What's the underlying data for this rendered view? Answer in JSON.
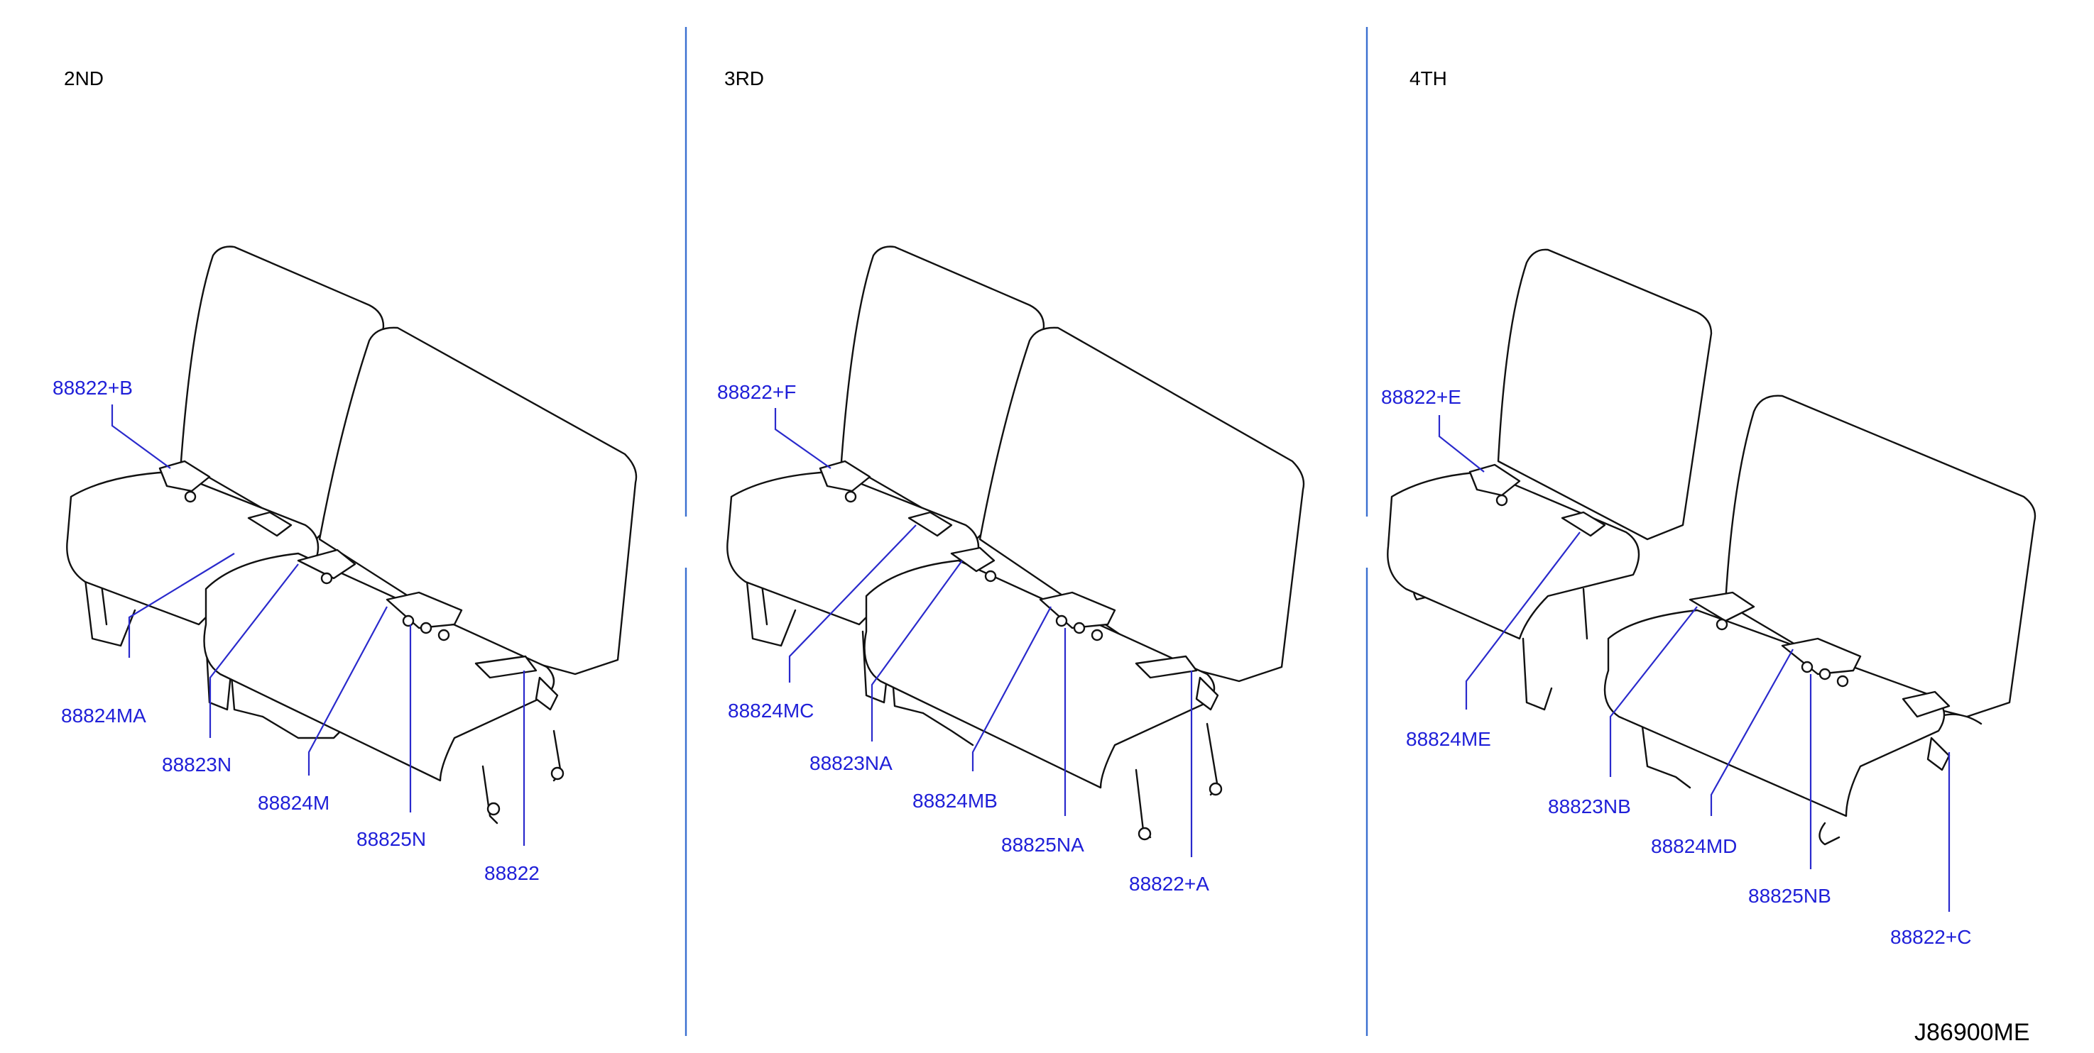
{
  "sections": [
    {
      "title": "2ND",
      "callouts": [
        "88822+B",
        "88824MA",
        "88823N",
        "88824M",
        "88825N",
        "88822"
      ]
    },
    {
      "title": "3RD",
      "callouts": [
        "88822+F",
        "88824MC",
        "88823NA",
        "88824MB",
        "88825NA",
        "88822+A"
      ]
    },
    {
      "title": "4TH",
      "callouts": [
        "88822+E",
        "88824ME",
        "88823NB",
        "88824MD",
        "88825NB",
        "88822+C"
      ]
    }
  ],
  "reference_code": "J86900ME",
  "colors": {
    "callout_text": "#1f1fd8",
    "leader_line": "#2a2acc",
    "divider": "#3a6fd0",
    "outline": "#111111"
  }
}
